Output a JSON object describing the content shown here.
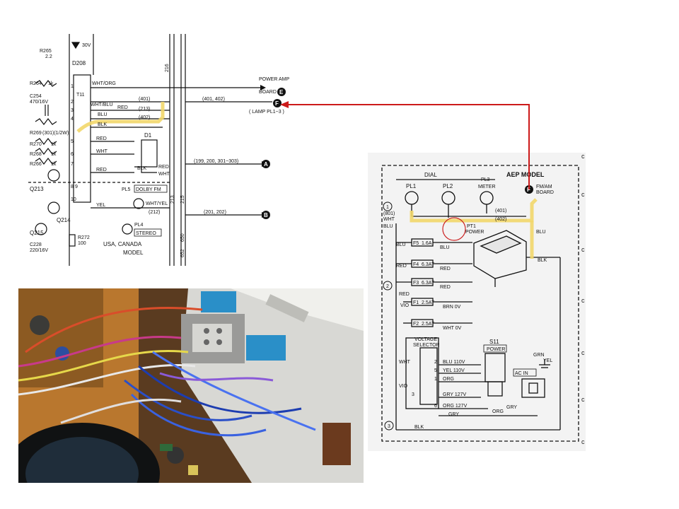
{
  "top_schematic": {
    "resistors": [
      "R265",
      "2.2",
      "R264",
      "1k",
      "R269",
      "(301)(1/2W)",
      "R270",
      "1k",
      "R268",
      "1k",
      "R266",
      "1k",
      "R272",
      "100"
    ],
    "capacitors": [
      "C254",
      "470/16V",
      "C228",
      "220/16V"
    ],
    "diode_label": "D208",
    "diode_rating": "30V",
    "transistors": [
      "Q213",
      "Q214",
      "Q215"
    ],
    "connector_label": "T11",
    "connector_pins": [
      "1",
      "2",
      "3",
      "4",
      "5",
      "6",
      "7",
      "8",
      "9",
      "10"
    ],
    "wires": [
      "WHT/ORG",
      "WHT/BLU",
      "BLU",
      "RED",
      "BLK",
      "RED",
      "WHT",
      "RED",
      "YEL"
    ],
    "nets": [
      "(401)",
      "(213)",
      "(402)"
    ],
    "feed_nets": "(401, 402)",
    "power_amp": "POWER AMP",
    "board": "BOARD",
    "lamp_note": "( LAMP PL1~3 )",
    "d1": "D1",
    "d1_wires": [
      "BLK",
      "RED",
      "WHT"
    ],
    "pl5": "PL5",
    "dolby_fm": "DOLBY FM",
    "pl5_wire": "WHT/YEL",
    "pl5_net": "(212)",
    "pl4": "PL4",
    "stereo": "STEREO",
    "model_note": [
      "USA, CANADA",
      "MODEL"
    ],
    "bus_numbers": [
      "216",
      "213",
      "215",
      "650",
      "652"
    ],
    "net_a": "(199, 200, 301~303)",
    "net_b": "(201, 202)",
    "markers": [
      "E",
      "F",
      "A",
      "B"
    ]
  },
  "right_schematic": {
    "title": "AEP MODEL",
    "dial": "DIAL",
    "lamps": [
      "PL1",
      "PL2",
      "PL3"
    ],
    "meter": "METER",
    "board_marker": "F",
    "board_note": [
      "FM/AM",
      "BOARD"
    ],
    "nets": [
      "(401)",
      "(402)"
    ],
    "pt1": [
      "PT1",
      "POWER"
    ],
    "left_labels": [
      "(801)",
      "WHT",
      "BLU"
    ],
    "fuses": [
      {
        "id": "F5",
        "rating": "1.6A",
        "wire": "BLU"
      },
      {
        "id": "F4",
        "rating": "6.3AT",
        "wire": "RED"
      },
      {
        "id": "F3",
        "rating": "6.3AT",
        "wire": "RED"
      },
      {
        "id": "F1",
        "rating": "2.5AT",
        "wire": "BRN 0V"
      },
      {
        "id": "F2",
        "rating": "2.5AT",
        "wire": "WHT 0V"
      }
    ],
    "side_wires": [
      "BLU",
      "RED",
      "RED",
      "VIO",
      "WHT",
      "VIO"
    ],
    "circle_nums": [
      "1",
      "2",
      "3"
    ],
    "voltage_selector": [
      "VOLTAGE",
      "SELECTOR"
    ],
    "selector_rows": [
      {
        "n": "2",
        "label": "BLU 110V"
      },
      {
        "n": "5",
        "label": "YEL 110V"
      },
      {
        "n": "1",
        "label": "ORG"
      },
      {
        "n": "3",
        "label": "GRY 127V"
      },
      {
        "n": "6",
        "label": "ORG 127V"
      }
    ],
    "selector_bottom": "GRY",
    "s11": [
      "S11",
      "POWER"
    ],
    "ac_in": "AC IN",
    "grn_yel": [
      "GRN",
      "YEL"
    ],
    "bottom_wires": [
      "ORG",
      "GRY",
      "BLK"
    ],
    "blu": "BLU",
    "blk": "BLK"
  },
  "colors": {
    "highlight": "#f2d76a",
    "arrow": "#cc1a1a",
    "circle": "#cc2222"
  }
}
